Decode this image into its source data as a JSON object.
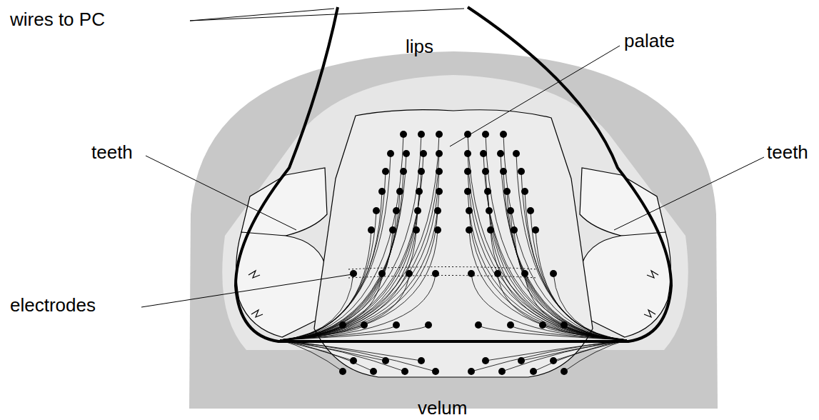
{
  "diagram": {
    "labels": [
      "wires to PC",
      "lips",
      "palate",
      "teeth",
      "teeth",
      "electrodes",
      "velum"
    ]
  }
}
